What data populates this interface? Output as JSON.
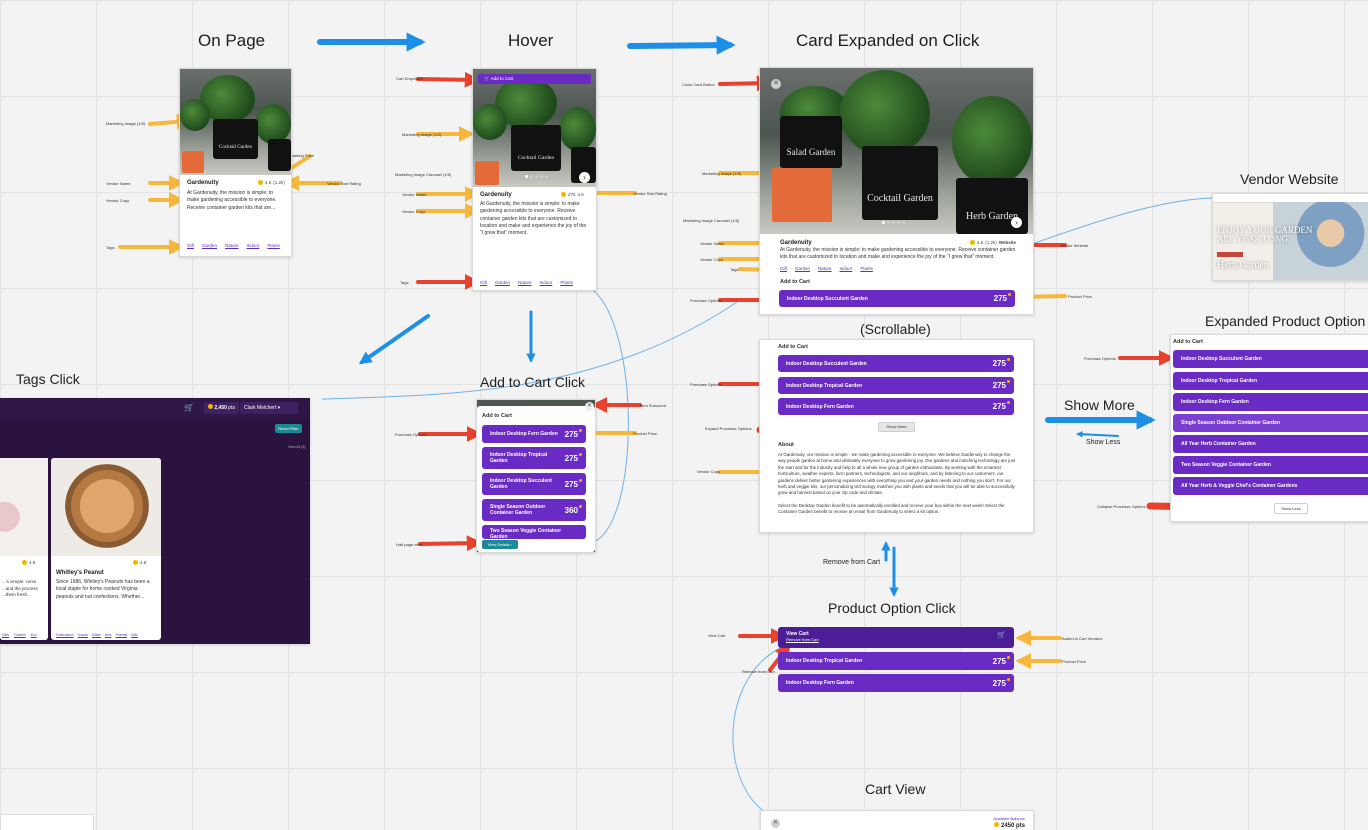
{
  "titles": {
    "on_page": "On Page",
    "hover": "Hover",
    "card_expanded": "Card Expanded on Click",
    "vendor_website": "Vendor Website",
    "scrollable": "(Scrollable)",
    "expanded_product_options": "Expanded Product Option",
    "tags_click": "Tags Click",
    "add_to_cart_click": "Add to Cart Click",
    "show_more": "Show More",
    "show_less": "Show Less",
    "remove_from_cart": "Remove from Cart",
    "product_option_click": "Product Option Click",
    "cart_view": "Cart View"
  },
  "callouts": {
    "marketing_image": "Marketing Image (1/5)",
    "vendor_name": "Vendor Name",
    "vendor_copy": "Vendor Copy",
    "tags": "Tags",
    "starting_price": "Starting Price",
    "vendor_star_rating": "Vendor Star Rating",
    "cart_dropdown": "Cart Dropdown",
    "marketing_image_carousel": "Marketing Image Carousel (1/5)",
    "close_card_button": "Close Card Button",
    "vendor_website": "Vendor Website",
    "purchase_options": "Purchase Options",
    "product_price": "Product Price",
    "expand_purchase_options": "Expand Purchase Options",
    "collapse_purchase_options": "Collapse Purchase Options",
    "item_subcount": "Item Subcount",
    "half_page_view": "Half page view",
    "view_cart": "View Cart",
    "added_to_cart_vendors": "Added to Cart Vendors",
    "remove_from_cart": "Remove from Cart"
  },
  "vendor": {
    "name": "Gardenuity",
    "copy_short": "At Gardenuity, the mission is simple: to make gardening accessible to everyone. Receive container garden kits that are...",
    "copy_hover": "At Gardenuity, the mission is simple: to make gardening accessible to everyone. Receive container garden kits that are customized to location and make and experience the joy of the \"I grew that\" moment.",
    "copy_expanded": "At Gardenuity, the mission is simple: to make gardening accessible to everyone. Receive container garden kits that are customized to location and make and experience the joy of the \"I grew that\" moment.",
    "rating": "4.6",
    "rating_count": "(1.2k)",
    "starting_price": "275",
    "website_link": "Website",
    "tags": [
      "Gift",
      "Garden",
      "Nature",
      "Indoor",
      "Plants"
    ]
  },
  "plant_labels": [
    "Cocktail Garden",
    "Salad Garden",
    "Herb Garden"
  ],
  "add_to_cart": "Add to Cart",
  "view_details": "View Details",
  "show_more_button": "Show More",
  "show_less_button": "Show Less",
  "about": {
    "heading": "About",
    "p1": "At Gardenuity, our mission is simple - we make gardening accessible to everyone. We believe Gardenuity to change the way people garden at home and ultimately everyone to grow gardening joy. Our gardens and matching technology are just the start and for the industry and help to all a whole new group of garden enthusiasts. By working with the smartest horticulture, weather experts, farm partners, technologists, and our neighbors, and by listening to our customers, our gardens deliver better gardening experiences with everything you and your garden needs and nothing you don't. For our herb and veggie kits, our personalizing technology matches you with plants and seeds that you will be able to successfully grow and harvest based on your zip code and climate.",
    "p2": "Select the Desktop Garden benefit to be automatically enrolled and receive your box within the next week! Select the Container Garden benefit to receive an email from Gardenuity to select a kit option."
  },
  "products": [
    {
      "name": "Indoor Desktop Succulent Garden",
      "price": "275"
    },
    {
      "name": "Indoor Desktop Tropical Garden",
      "price": "275"
    },
    {
      "name": "Indoor Desktop Fern Garden",
      "price": "275"
    },
    {
      "name": "Single Season Outdoor Container Garden",
      "price": "360"
    },
    {
      "name": "All Year Herb Container Garden",
      "price": ""
    },
    {
      "name": "Two Season Veggie Container Garden",
      "price": ""
    },
    {
      "name": "All Year Herb & Veggie Chef's Container Gardens",
      "price": ""
    }
  ],
  "cart_dropdown_label": "Add to Cart",
  "website_preview": {
    "headline": "ENJOY YOUR GARDEN ALL YEAR LONG.",
    "brand": "Herb Garden"
  },
  "product_option_view": {
    "view_cart": "View Cart",
    "remove_from_cart": "Remove from Cart"
  },
  "tags_view": {
    "points": "2,450",
    "points_suffix": "pts",
    "user": "Clark Melchert",
    "reset_filter": "Reset Filter",
    "view_all": "View All (5)",
    "card2_name": "Whitley's Peanut",
    "card2_rating": "4.8",
    "card2_copy": "Since 1986, Whitley's Peanuts has been a local staple for home cooked Virginia peanuts and nut confections. Whether...",
    "card2_tags": [
      "Subscription",
      "Snacks",
      "Edible",
      "Nuts",
      "Peanuts",
      "Gifts"
    ],
    "card1_rating": "4.6",
    "card1_copy": "...'s simple: convi ...and the process ...them fresh...",
    "card1_tags": [
      "Gifts",
      "Flowers",
      "Eco"
    ]
  },
  "cart_view": {
    "available_balance": "Available Balance",
    "balance": "2450 pts"
  },
  "colors": {
    "purple": "#6a2bc4",
    "blue_arrow": "#1e8fe6",
    "yellow_arrow": "#f6b73c",
    "red_arrow": "#e8412d"
  }
}
